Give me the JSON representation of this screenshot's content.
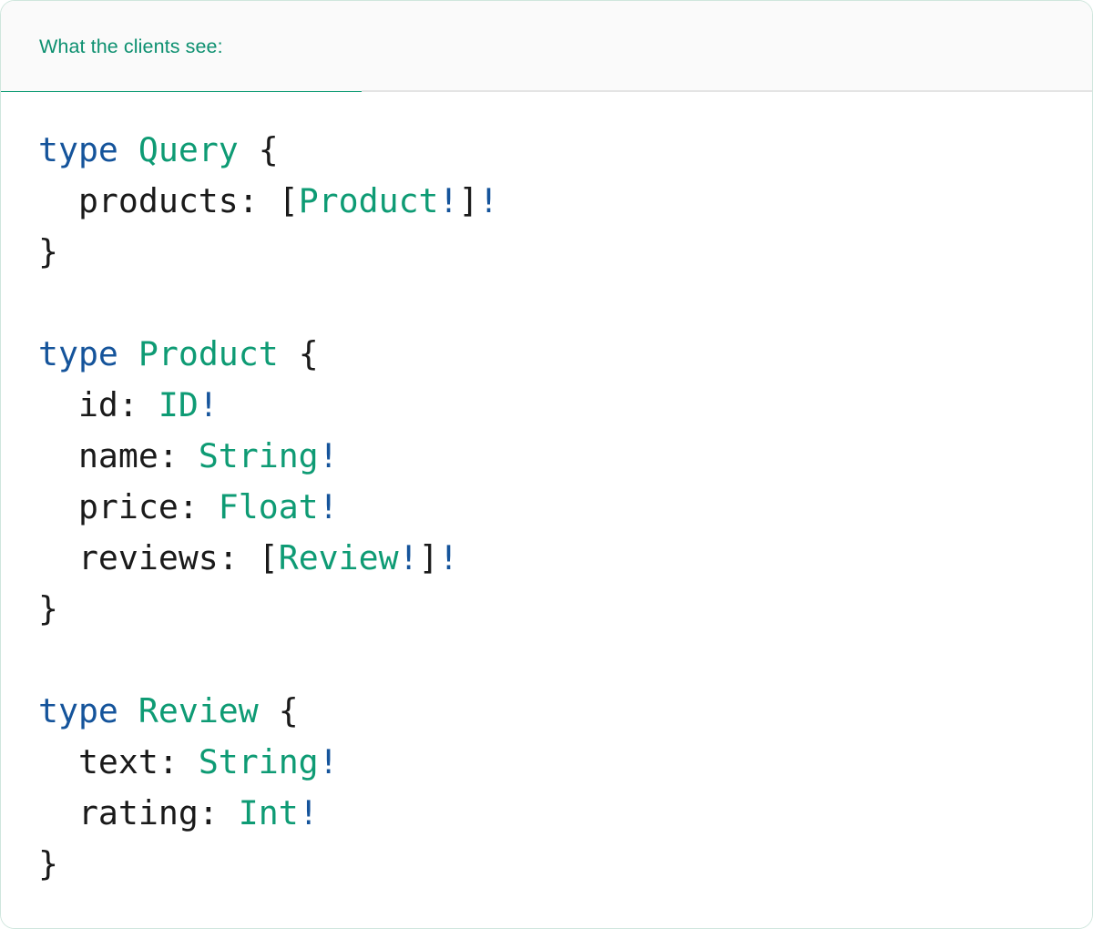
{
  "card": {
    "border_color": "#cfe6dd",
    "background": "#ffffff"
  },
  "tabbar": {
    "background": "#fafafa",
    "border_color": "#e4e4e4",
    "active_tab": {
      "label": "What the clients see:",
      "color": "#0d9070",
      "underline_color": "#0e9b74",
      "active": true
    }
  },
  "editor": {
    "language": "graphql",
    "theme": {
      "keyword": "#15549b",
      "type": "#0e9b74",
      "bang": "#15549b",
      "text": "#1a1a1a",
      "background": "#ffffff"
    },
    "lines": [
      {
        "n": 1,
        "raw": "type Query {",
        "tokens": [
          {
            "t": "type",
            "c": "kw"
          },
          {
            "t": " ",
            "c": "punc"
          },
          {
            "t": "Query",
            "c": "type"
          },
          {
            "t": " {",
            "c": "punc"
          }
        ]
      },
      {
        "n": 2,
        "raw": "  products: [Product!]!",
        "tokens": [
          {
            "t": "  ",
            "c": "punc"
          },
          {
            "t": "products",
            "c": "name"
          },
          {
            "t": ": [",
            "c": "punc"
          },
          {
            "t": "Product",
            "c": "type"
          },
          {
            "t": "!",
            "c": "bang"
          },
          {
            "t": "]",
            "c": "punc"
          },
          {
            "t": "!",
            "c": "bang"
          }
        ]
      },
      {
        "n": 3,
        "raw": "}",
        "tokens": [
          {
            "t": "}",
            "c": "punc"
          }
        ]
      },
      {
        "n": 4,
        "raw": "",
        "tokens": []
      },
      {
        "n": 5,
        "raw": "type Product {",
        "tokens": [
          {
            "t": "type",
            "c": "kw"
          },
          {
            "t": " ",
            "c": "punc"
          },
          {
            "t": "Product",
            "c": "type"
          },
          {
            "t": " {",
            "c": "punc"
          }
        ]
      },
      {
        "n": 6,
        "raw": "  id: ID!",
        "tokens": [
          {
            "t": "  ",
            "c": "punc"
          },
          {
            "t": "id",
            "c": "name"
          },
          {
            "t": ": ",
            "c": "punc"
          },
          {
            "t": "ID",
            "c": "type"
          },
          {
            "t": "!",
            "c": "bang"
          }
        ]
      },
      {
        "n": 7,
        "raw": "  name: String!",
        "tokens": [
          {
            "t": "  ",
            "c": "punc"
          },
          {
            "t": "name",
            "c": "name"
          },
          {
            "t": ": ",
            "c": "punc"
          },
          {
            "t": "String",
            "c": "type"
          },
          {
            "t": "!",
            "c": "bang"
          }
        ]
      },
      {
        "n": 8,
        "raw": "  price: Float!",
        "tokens": [
          {
            "t": "  ",
            "c": "punc"
          },
          {
            "t": "price",
            "c": "name"
          },
          {
            "t": ": ",
            "c": "punc"
          },
          {
            "t": "Float",
            "c": "type"
          },
          {
            "t": "!",
            "c": "bang"
          }
        ]
      },
      {
        "n": 9,
        "raw": "  reviews: [Review!]!",
        "tokens": [
          {
            "t": "  ",
            "c": "punc"
          },
          {
            "t": "reviews",
            "c": "name"
          },
          {
            "t": ": [",
            "c": "punc"
          },
          {
            "t": "Review",
            "c": "type"
          },
          {
            "t": "!",
            "c": "bang"
          },
          {
            "t": "]",
            "c": "punc"
          },
          {
            "t": "!",
            "c": "bang"
          }
        ]
      },
      {
        "n": 10,
        "raw": "}",
        "tokens": [
          {
            "t": "}",
            "c": "punc"
          }
        ]
      },
      {
        "n": 11,
        "raw": "",
        "tokens": []
      },
      {
        "n": 12,
        "raw": "type Review {",
        "tokens": [
          {
            "t": "type",
            "c": "kw"
          },
          {
            "t": " ",
            "c": "punc"
          },
          {
            "t": "Review",
            "c": "type"
          },
          {
            "t": " {",
            "c": "punc"
          }
        ]
      },
      {
        "n": 13,
        "raw": "  text: String!",
        "tokens": [
          {
            "t": "  ",
            "c": "punc"
          },
          {
            "t": "text",
            "c": "name"
          },
          {
            "t": ": ",
            "c": "punc"
          },
          {
            "t": "String",
            "c": "type"
          },
          {
            "t": "!",
            "c": "bang"
          }
        ]
      },
      {
        "n": 14,
        "raw": "  rating: Int!",
        "tokens": [
          {
            "t": "  ",
            "c": "punc"
          },
          {
            "t": "rating",
            "c": "name"
          },
          {
            "t": ": ",
            "c": "punc"
          },
          {
            "t": "Int",
            "c": "type"
          },
          {
            "t": "!",
            "c": "bang"
          }
        ]
      },
      {
        "n": 15,
        "raw": "}",
        "tokens": [
          {
            "t": "}",
            "c": "punc"
          }
        ]
      }
    ]
  }
}
